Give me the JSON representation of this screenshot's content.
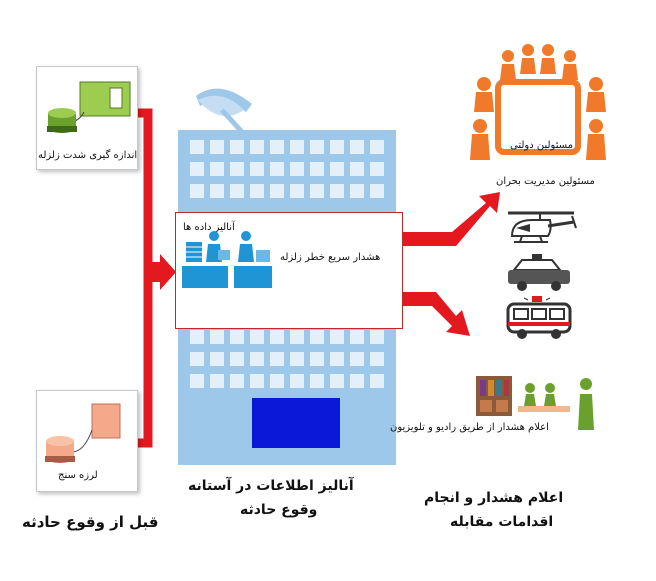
{
  "labels": {
    "seismometer_intensity": "اندازه گیری شدت زلزله",
    "seismograph": "لرزه سنج",
    "data_analysis": "آنالیز داده ها",
    "early_warning": "هشدار سریع خطر زلزله",
    "government_officials": "مسئولین دولتی",
    "crisis_managers": "مسئولین مدیریت بحران",
    "radio_tv_warning": "اعلام هشدار از طریق رادیو و تلویزیون",
    "before_event": "قبل از وقوع حادثه",
    "analysis_threshold_line1": "آنالیز اطلاعات در آستانه",
    "analysis_threshold_line2": "وقوع حادثه",
    "warning_actions_line1": "اعلام هشدار و انجام",
    "warning_actions_line2": "اقدامات مقابله"
  },
  "icons": [
    "seismometer-icon",
    "seismograph-icon",
    "satellite-dish-icon",
    "analyst-icon",
    "operator-icon",
    "meeting-icon",
    "helicopter-icon",
    "police-car-icon",
    "ambulance-icon",
    "radio-tv-icon"
  ],
  "colors": {
    "arrow": "#e3191f",
    "building": "#9ec8ea",
    "people": "#f07a2a",
    "door": "#0a18d8"
  }
}
